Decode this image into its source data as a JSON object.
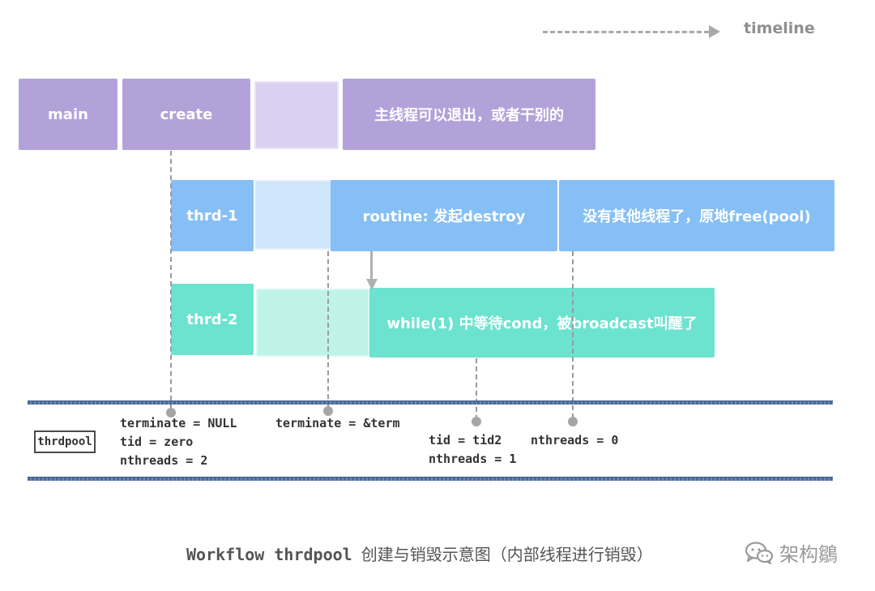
{
  "timeline": {
    "label": "timeline"
  },
  "blocks": {
    "main": "main",
    "create": "create",
    "main_exit": "主线程可以退出，或者干别的",
    "thrd1": "thrd-1",
    "routine": "routine: 发起destroy",
    "free_pool": "没有其他线程了，原地free(pool)",
    "thrd2": "thrd-2",
    "while_wait": "while(1) 中等待cond，被broadcast叫醒了"
  },
  "state": {
    "label": "thrdpool",
    "s1": [
      "terminate = NULL",
      "tid = zero",
      "nthreads = 2"
    ],
    "s2": [
      "terminate = &term"
    ],
    "s3": [
      "tid = tid2",
      "nthreads = 1"
    ],
    "s4": [
      "nthreads = 0"
    ]
  },
  "caption": {
    "title": "Workflow thrdpool",
    "subtitle": "创建与销毁示意图（内部线程进行销毁）"
  },
  "watermark": "架构鶵",
  "colors": {
    "purple": "#b3a2d9",
    "blue": "#86bff5",
    "teal": "#6be3cf",
    "rule": "#4b6c9a"
  }
}
